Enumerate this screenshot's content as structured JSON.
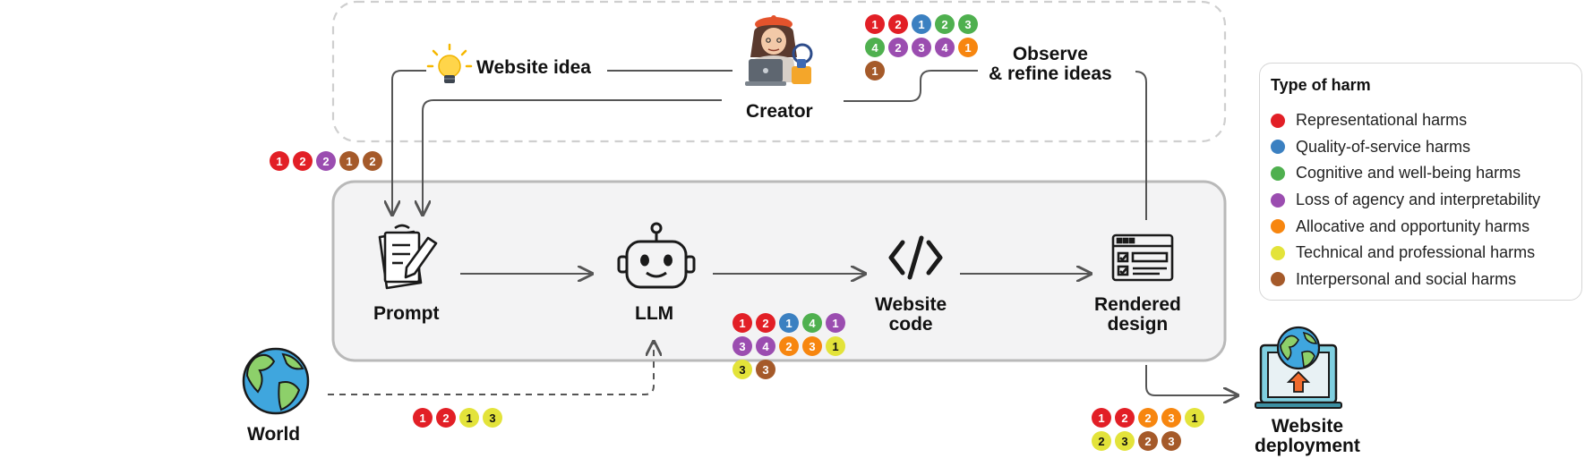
{
  "nodes": {
    "creator": "Creator",
    "website_idea": "Website idea",
    "observe": [
      "Observe",
      "& refine ideas"
    ],
    "prompt": "Prompt",
    "llm": "LLM",
    "website_code": [
      "Website",
      "code"
    ],
    "rendered_design": [
      "Rendered",
      "design"
    ],
    "world": "World",
    "website_deployment": [
      "Website",
      "deployment"
    ]
  },
  "colors": {
    "representational": "#e21f26",
    "quality_of_service": "#3b80c1",
    "cognitive": "#4fb04f",
    "agency": "#9b4db0",
    "allocative": "#f7860f",
    "technical": "#e3e33a",
    "interpersonal": "#a55a2a"
  },
  "badge_groups": {
    "creator_observe": [
      {
        "n": "1",
        "type": "representational"
      },
      {
        "n": "2",
        "type": "representational"
      },
      {
        "n": "1",
        "type": "quality_of_service"
      },
      {
        "n": "2",
        "type": "cognitive"
      },
      {
        "n": "3",
        "type": "cognitive"
      },
      {
        "n": "4",
        "type": "cognitive"
      },
      {
        "n": "2",
        "type": "agency"
      },
      {
        "n": "3",
        "type": "agency"
      },
      {
        "n": "4",
        "type": "agency"
      },
      {
        "n": "1",
        "type": "allocative"
      },
      {
        "n": "1",
        "type": "interpersonal"
      }
    ],
    "prompt_input": [
      {
        "n": "1",
        "type": "representational"
      },
      {
        "n": "2",
        "type": "representational"
      },
      {
        "n": "2",
        "type": "agency"
      },
      {
        "n": "1",
        "type": "interpersonal"
      },
      {
        "n": "2",
        "type": "interpersonal"
      }
    ],
    "llm_output": [
      {
        "n": "1",
        "type": "representational"
      },
      {
        "n": "2",
        "type": "representational"
      },
      {
        "n": "1",
        "type": "quality_of_service"
      },
      {
        "n": "4",
        "type": "cognitive"
      },
      {
        "n": "1",
        "type": "agency"
      },
      {
        "n": "3",
        "type": "agency"
      },
      {
        "n": "4",
        "type": "agency"
      },
      {
        "n": "2",
        "type": "allocative"
      },
      {
        "n": "3",
        "type": "allocative"
      },
      {
        "n": "1",
        "type": "technical"
      },
      {
        "n": "3",
        "type": "technical"
      },
      {
        "n": "3",
        "type": "interpersonal"
      }
    ],
    "world": [
      {
        "n": "1",
        "type": "representational"
      },
      {
        "n": "2",
        "type": "representational"
      },
      {
        "n": "1",
        "type": "technical"
      },
      {
        "n": "3",
        "type": "technical"
      }
    ],
    "deployment": [
      {
        "n": "1",
        "type": "representational"
      },
      {
        "n": "2",
        "type": "representational"
      },
      {
        "n": "2",
        "type": "allocative"
      },
      {
        "n": "3",
        "type": "allocative"
      },
      {
        "n": "1",
        "type": "technical"
      },
      {
        "n": "2",
        "type": "technical"
      },
      {
        "n": "3",
        "type": "technical"
      },
      {
        "n": "2",
        "type": "interpersonal"
      },
      {
        "n": "3",
        "type": "interpersonal"
      }
    ]
  },
  "legend": {
    "title": "Type of harm",
    "items": [
      {
        "label": "Representational harms",
        "color": "#e21f26"
      },
      {
        "label": "Quality-of-service harms",
        "color": "#3b80c1"
      },
      {
        "label": "Cognitive and well-being harms",
        "color": "#4fb04f"
      },
      {
        "label": "Loss of agency and interpretability",
        "color": "#9b4db0"
      },
      {
        "label": "Allocative and opportunity harms",
        "color": "#f7860f"
      },
      {
        "label": "Technical and professional harms",
        "color": "#e3e33a"
      },
      {
        "label": "Interpersonal and social harms",
        "color": "#a55a2a"
      }
    ]
  }
}
